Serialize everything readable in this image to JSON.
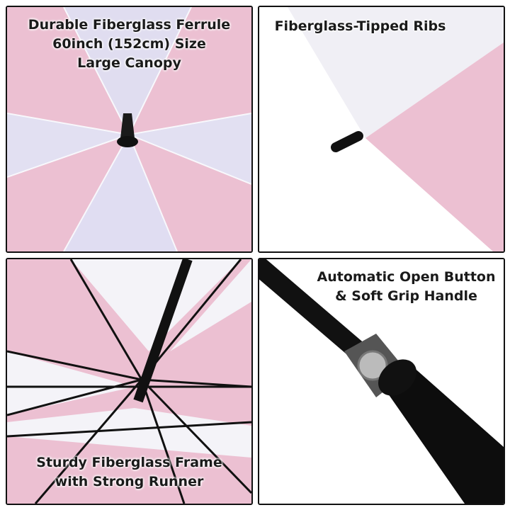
{
  "panels": [
    {
      "caption_lines": [
        "Durable Fiberglass Ferrule",
        "60inch (152cm) Size",
        "Large Canopy"
      ]
    },
    {
      "caption_lines": [
        "Fiberglass-Tipped Ribs"
      ]
    },
    {
      "caption_lines": [
        "Sturdy Fiberglass Frame",
        "with Strong Runner"
      ]
    },
    {
      "caption_lines": [
        "Automatic Open Button",
        "& Soft Grip Handle"
      ]
    }
  ],
  "colors": {
    "pink": "#ecc0d2",
    "white": "#e4e4f4",
    "black": "#111111"
  }
}
